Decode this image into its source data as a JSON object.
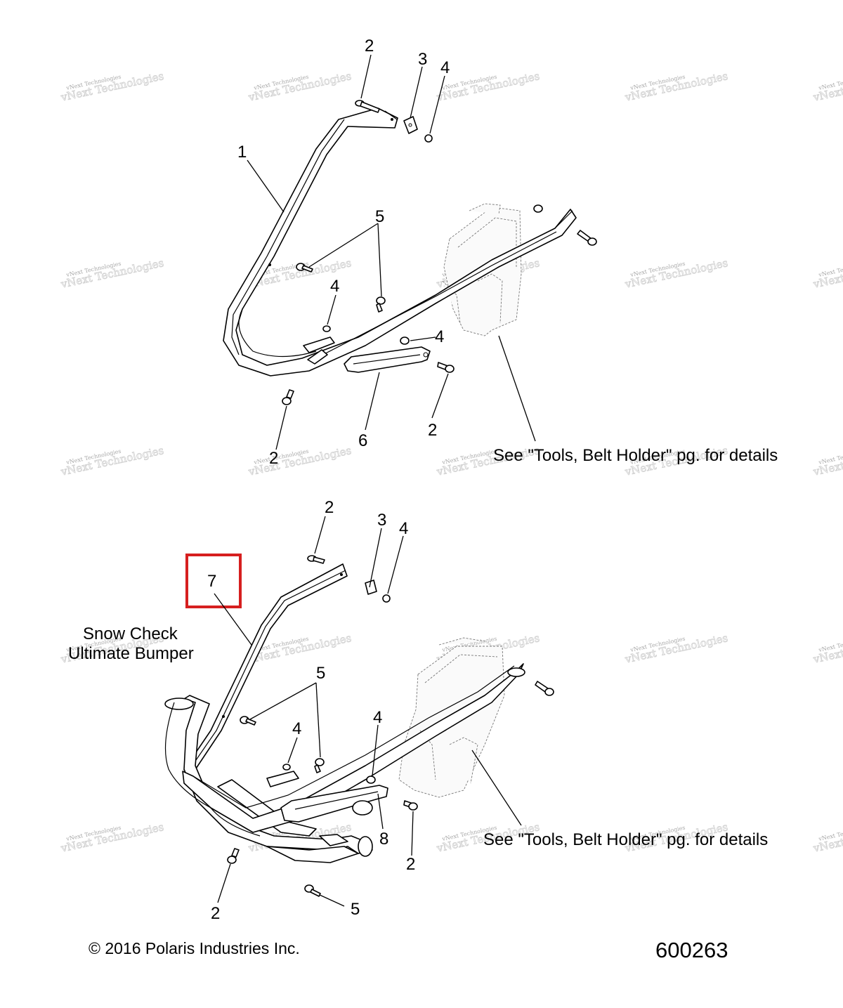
{
  "callouts": {
    "top": [
      {
        "id": "t1",
        "text": "1"
      },
      {
        "id": "t2a",
        "text": "2"
      },
      {
        "id": "t3",
        "text": "3"
      },
      {
        "id": "t4a",
        "text": "4"
      },
      {
        "id": "t5",
        "text": "5"
      },
      {
        "id": "t4b",
        "text": "4"
      },
      {
        "id": "t4c",
        "text": "4"
      },
      {
        "id": "t2b",
        "text": "2"
      },
      {
        "id": "t6",
        "text": "6"
      },
      {
        "id": "t2c",
        "text": "2"
      }
    ],
    "bottom": [
      {
        "id": "b2a",
        "text": "2"
      },
      {
        "id": "b3",
        "text": "3"
      },
      {
        "id": "b4a",
        "text": "4"
      },
      {
        "id": "b7",
        "text": "7"
      },
      {
        "id": "b5a",
        "text": "5"
      },
      {
        "id": "b4b",
        "text": "4"
      },
      {
        "id": "b4c",
        "text": "4"
      },
      {
        "id": "b8",
        "text": "8"
      },
      {
        "id": "b2b",
        "text": "2"
      },
      {
        "id": "b2c",
        "text": "2"
      },
      {
        "id": "b5b",
        "text": "5"
      }
    ]
  },
  "notes": {
    "top_reference": "See \"Tools, Belt Holder\" pg. for details",
    "bottom_reference": "See \"Tools, Belt Holder\" pg. for details",
    "variant_line1": "Snow Check",
    "variant_line2": "Ultimate Bumper"
  },
  "highlight": {
    "part": "7",
    "color": "#d61f1f"
  },
  "watermark": {
    "line1": "vNext Technologies",
    "line2": "vNext Technologies"
  },
  "footer": {
    "copyright": "© 2016 Polaris Industries Inc.",
    "diagram_number": "600263"
  }
}
